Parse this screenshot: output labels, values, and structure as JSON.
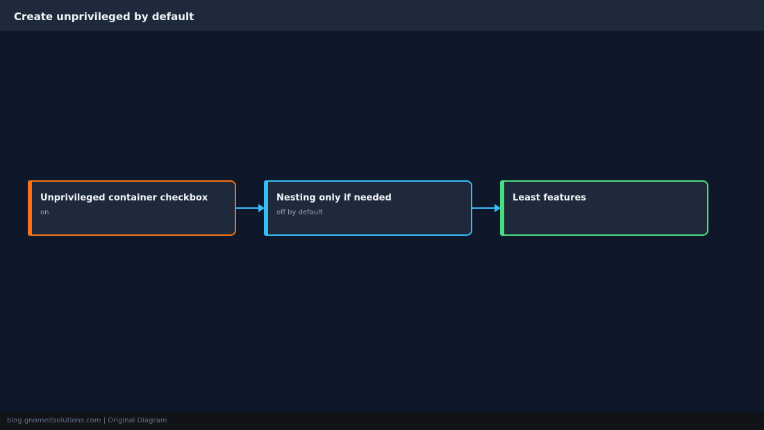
{
  "header": {
    "title": "Create unprivileged by default"
  },
  "diagram": {
    "nodes": [
      {
        "title": "Unprivileged container checkbox",
        "subtitle": "on",
        "accent": "#f97316"
      },
      {
        "title": "Nesting only if needed",
        "subtitle": "off by default",
        "accent": "#38bdf8"
      },
      {
        "title": "Least features",
        "subtitle": "",
        "accent": "#4ade80"
      }
    ],
    "edges": [
      {
        "from": 0,
        "to": 1,
        "color": "#38bdf8"
      },
      {
        "from": 1,
        "to": 2,
        "color": "#38bdf8"
      }
    ]
  },
  "footer": {
    "text": "blog.gnomeitsolutions.com | Original Diagram"
  }
}
